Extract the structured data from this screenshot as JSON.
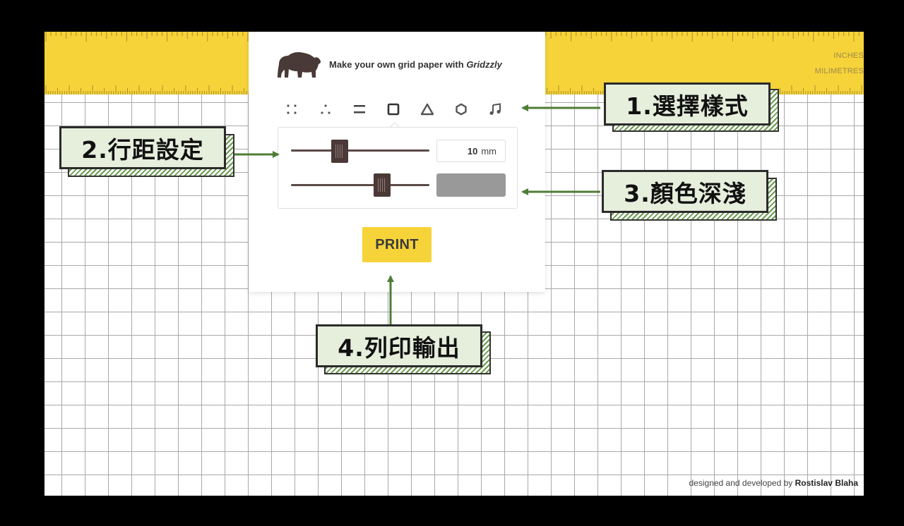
{
  "ruler": {
    "inches_label": "INCHES",
    "mm_label": "MILIMETRES"
  },
  "panel": {
    "tagline_prefix": "Make your own grid paper with ",
    "brand": "Gridzzly",
    "style_options": [
      {
        "name": "dots-icon"
      },
      {
        "name": "triangle-dots-icon"
      },
      {
        "name": "lines-icon"
      },
      {
        "name": "square-grid-icon",
        "selected": true
      },
      {
        "name": "triangle-grid-icon"
      },
      {
        "name": "hexagon-grid-icon"
      },
      {
        "name": "music-staff-icon"
      }
    ],
    "spacing": {
      "value": "10",
      "unit": "mm",
      "slider_fraction": 0.35
    },
    "darkness": {
      "slider_fraction": 0.66,
      "swatch_color": "#999999"
    },
    "print_label": "PRINT"
  },
  "footer": {
    "credit_prefix": "designed and developed by ",
    "author": "Rostislav Blaha"
  },
  "callouts": {
    "c1": "1.選擇樣式",
    "c2": "2.行距設定",
    "c3": "3.顏色深淺",
    "c4": "4.列印輸出"
  },
  "colors": {
    "ruler_yellow": "#f7d33a",
    "callout_bg": "#e6eedc",
    "arrow_green": "#4f7d35",
    "grid_line": "#a9a9a9",
    "slider_dark": "#4a3936"
  }
}
